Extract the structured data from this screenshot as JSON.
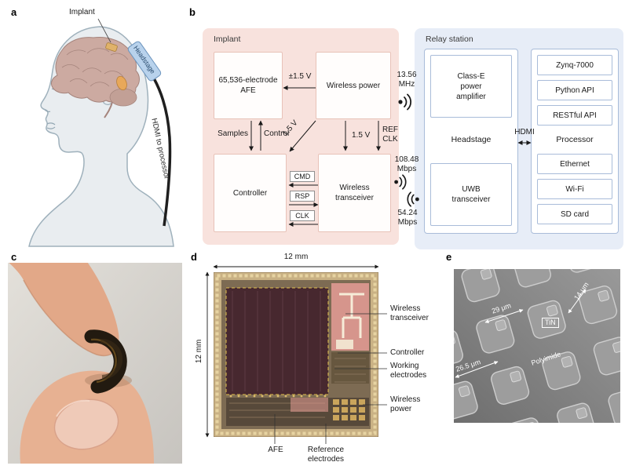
{
  "colors": {
    "implant_region_bg": "#f8e2dd",
    "relay_region_bg": "#e7edf7",
    "implant_box_border": "#e8c2b8",
    "relay_box_border": "#a9bcd9",
    "die_array": "#47282f",
    "die_rim": "#c9b184",
    "highlight_pink": "#e59c96"
  },
  "panel_a": {
    "letter": "a",
    "implant_label": "Implant",
    "headstage_label": "Headstage",
    "cable_label": "HDMI to processor"
  },
  "panel_b": {
    "letter": "b",
    "implant": {
      "title": "Implant",
      "afe_box": "65,536-electrode AFE",
      "wireless_power_box": "Wireless power",
      "controller_box": "Controller",
      "transceiver_box": "Wireless transceiver",
      "label_pm15": "±1.5 V",
      "label_samples": "Samples",
      "label_control": "Control",
      "label_15_diag": "1.5 V",
      "label_15": "1.5 V",
      "label_refclk": "REF CLK",
      "label_cmd": "CMD",
      "label_rsp": "RSP",
      "label_clk": "CLK"
    },
    "links": {
      "mhz": "13.56 MHz",
      "up_rate": "108.48 Mbps",
      "down_rate": "54.24 Mbps"
    },
    "relay": {
      "title": "Relay station",
      "class_e_box": "Class-E power amplifier",
      "headstage_label": "Headstage",
      "uwb_box": "UWB transceiver",
      "hdmi_label": "HDMI",
      "processor_label": "Processor",
      "modules": [
        "Zynq-7000",
        "Python API",
        "RESTful API",
        "Ethernet",
        "Wi-Fi",
        "SD card"
      ]
    }
  },
  "panel_c": {
    "letter": "c"
  },
  "panel_d": {
    "letter": "d",
    "dim_top": "12 mm",
    "dim_left": "12 mm",
    "ann_transceiver": "Wireless transceiver",
    "ann_controller": "Controller",
    "ann_working": "Working electrodes",
    "ann_power": "Wireless power",
    "ann_afe": "AFE",
    "ann_reference": "Reference electrodes"
  },
  "panel_e": {
    "letter": "e",
    "label_14": "14 μm",
    "label_29": "29 μm",
    "label_tin": "TiN",
    "label_265": "26.5 μm",
    "label_polyimide": "Polyimide"
  }
}
